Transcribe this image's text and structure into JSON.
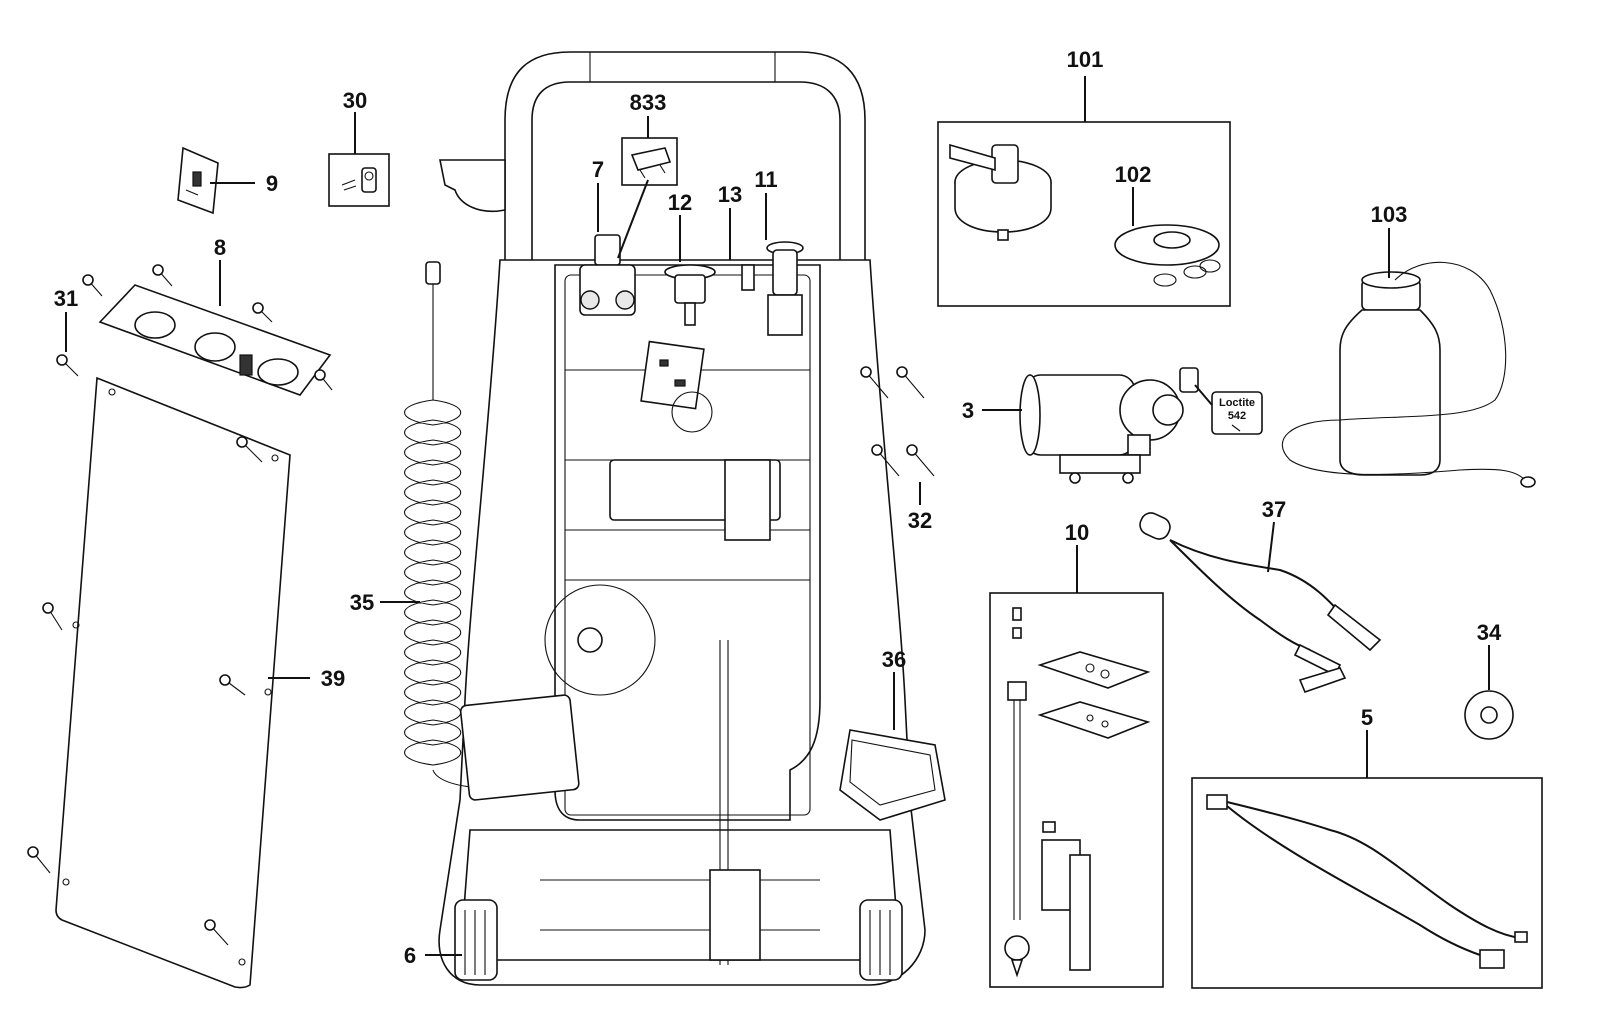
{
  "diagram": {
    "callouts": {
      "c101": "101",
      "c102": "102",
      "c103": "103",
      "c833": "833",
      "c30": "30",
      "c9": "9",
      "c8": "8",
      "c31": "31",
      "c7": "7",
      "c12": "12",
      "c13": "13",
      "c11": "11",
      "c3": "3",
      "c32": "32",
      "c37": "37",
      "c10": "10",
      "c34": "34",
      "c5": "5",
      "c35": "35",
      "c36": "36",
      "c39": "39",
      "c6": "6"
    },
    "sticker": {
      "line1": "Loctite",
      "line2": "542"
    }
  }
}
